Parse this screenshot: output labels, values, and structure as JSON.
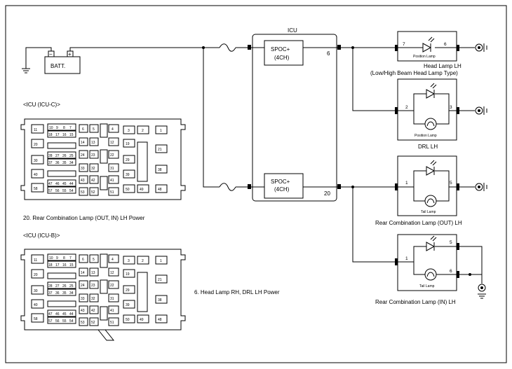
{
  "battery": {
    "label": "BATT.",
    "neg": "−",
    "pos": "+"
  },
  "icu": {
    "title": "ICU",
    "spoc_top": {
      "line1": "SPOC+",
      "line2": "(4CH)",
      "pin": "6"
    },
    "spoc_bottom": {
      "line1": "SPOC+",
      "line2": "(4CH)",
      "pin": "20"
    }
  },
  "loads": [
    {
      "title": "Head Lamp LH",
      "subtitle": "(Low/High Beam Head Lamp Type)",
      "lamp": "Position Lamp",
      "pin_in": "7",
      "pin_out": "6"
    },
    {
      "title": "DRL LH",
      "lamp": "Position Lamp",
      "pin_in": "2",
      "pin_out": "3"
    },
    {
      "title": "Rear Combination Lamp (OUT) LH",
      "lamp": "Tail Lamp",
      "pin_in": "1",
      "pin_out": "5"
    },
    {
      "title": "Rear Combination Lamp (IN) LH",
      "lamp": "Tail Lamp",
      "pin_in": "1",
      "pin_out_top": "5",
      "pin_out_bottom": "6"
    }
  ],
  "connectors": [
    {
      "title": "<ICU (ICU-C)>",
      "caption": "20. Rear Combination Lamp (OUT, IN) LH Power"
    },
    {
      "title": "<ICU (ICU-B)>",
      "caption": "6. Head Lamp RH, DRL LH Power"
    }
  ],
  "connector_pins": {
    "small_row1": [
      "10",
      "9",
      "8",
      "7"
    ],
    "small_row2": [
      "18",
      "17",
      "16",
      "15"
    ],
    "row3": [
      "28",
      "27",
      "26",
      "25"
    ],
    "row4": [
      "37",
      "36",
      "35",
      "34"
    ],
    "row6": [
      "47",
      "46",
      "45",
      "44"
    ],
    "row7": [
      "57",
      "56",
      "55",
      "54"
    ],
    "singles": [
      "6",
      "5",
      "14",
      "13",
      "24",
      "23",
      "33",
      "32",
      "43",
      "42",
      "53",
      "52",
      "4",
      "12",
      "22",
      "31",
      "41",
      "51",
      "3",
      "2",
      "1",
      "19",
      "29",
      "39",
      "50",
      "49",
      "21",
      "38",
      "48",
      "11",
      "20",
      "30",
      "40",
      "58"
    ]
  }
}
